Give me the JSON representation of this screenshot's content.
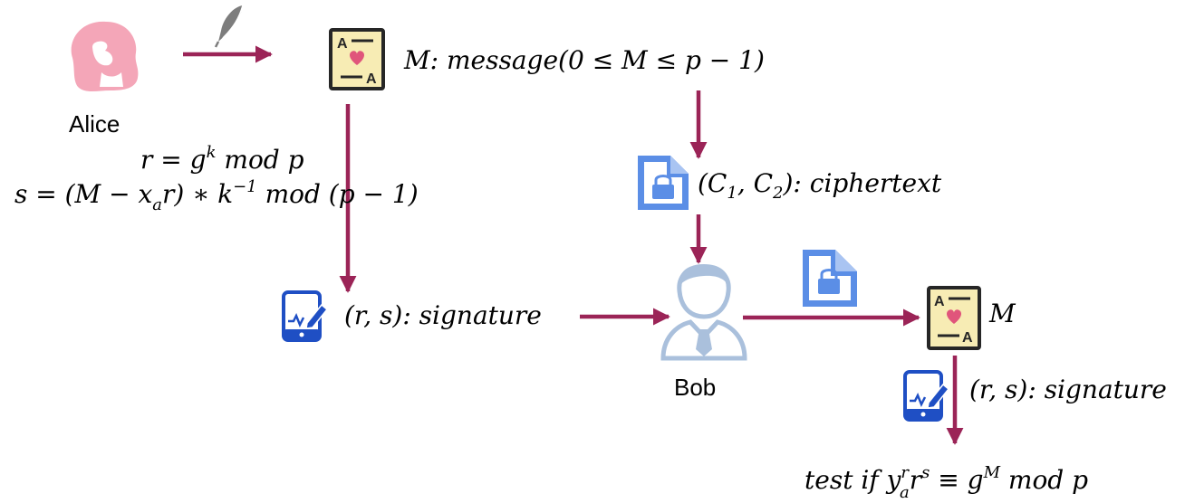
{
  "colors": {
    "arrow": "#9b2457",
    "alice": "#f4a6b8",
    "lock": "#5b8ee6",
    "tablet": "#1f4fc4",
    "letter_bg": "#f7ecb4",
    "heart": "#e0557b",
    "bob": "#aac0dc",
    "quill": "#7d7d7d"
  },
  "icons": {
    "alice": "woman-silhouette-icon",
    "quill": "quill-feather-icon",
    "message": "love-letter-icon",
    "ciphertext": "locked-document-icon",
    "encrypted": "locked-document-icon",
    "signature": "tablet-signature-icon",
    "bob": "man-avatar-icon"
  },
  "nodes": {
    "alice": {
      "name": "Alice"
    },
    "bob": {
      "name": "Bob"
    },
    "letter_mark": "A"
  },
  "labels": {
    "message": "M: message(0 ≤ M ≤ p − 1)",
    "ciphertext_prefix": "(C",
    "ciphertext_sub1": "1",
    "ciphertext_mid": ", C",
    "ciphertext_sub2": "2",
    "ciphertext_suffix": "): ciphertext",
    "signature_left": "(r, s): signature",
    "received_message": "M",
    "signature_right": "(r, s): signature"
  },
  "equations": {
    "r_lhs": "r = g",
    "r_exp": "k",
    "r_rhs": " mod p",
    "s_lhs": "s = (M − x",
    "s_sub": "a",
    "s_mid": "r) ∗ k",
    "s_exp": "−1",
    "s_rhs": " mod (p − 1)",
    "test_prefix": "test if y",
    "test_sup1": "r",
    "test_sub1": "a",
    "test_mid": "r",
    "test_sup2": "s",
    "test_eq": " ≡ g",
    "test_sup3": "M",
    "test_rhs": " mod p"
  }
}
